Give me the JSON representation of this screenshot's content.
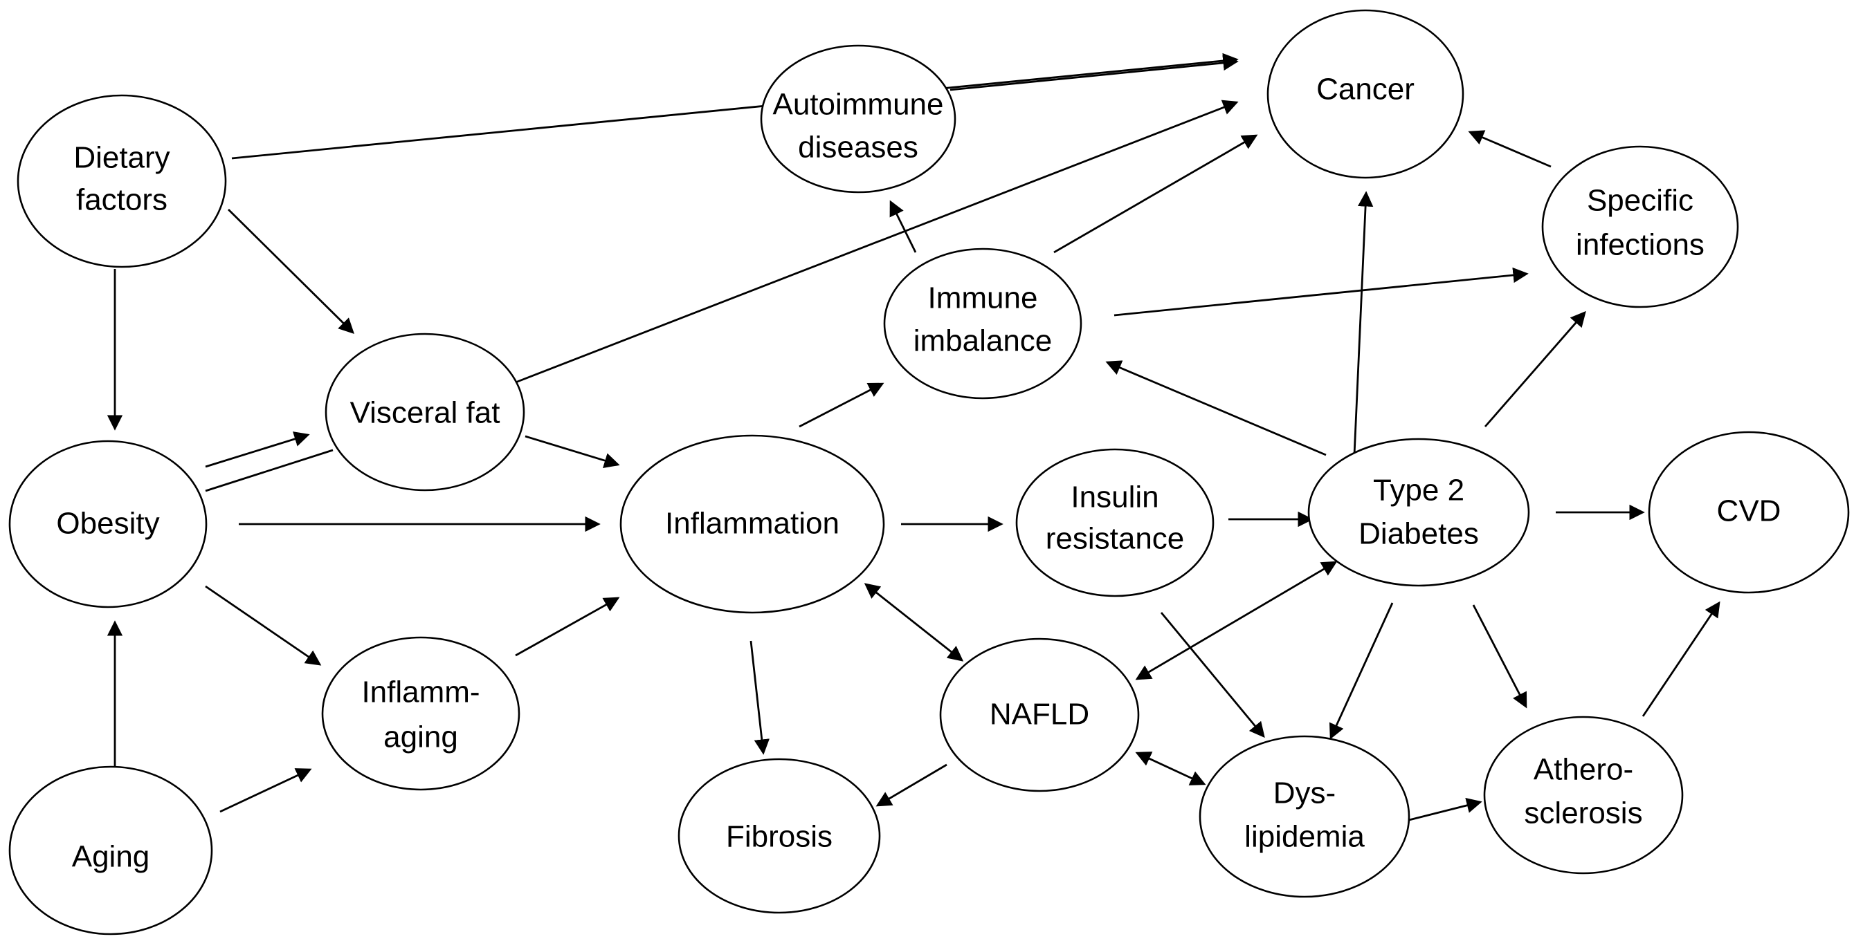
{
  "nodes": {
    "dietary": {
      "lines": [
        "Dietary",
        "factors"
      ]
    },
    "autoimmune": {
      "lines": [
        "Autoimmune",
        "diseases"
      ]
    },
    "cancer": {
      "lines": [
        "Cancer"
      ]
    },
    "specific": {
      "lines": [
        "Specific",
        "infections"
      ]
    },
    "immune": {
      "lines": [
        "Immune",
        "imbalance"
      ]
    },
    "visceral": {
      "lines": [
        "Visceral fat"
      ]
    },
    "obesity": {
      "lines": [
        "Obesity"
      ]
    },
    "inflammation": {
      "lines": [
        "Inflammation"
      ]
    },
    "insulin": {
      "lines": [
        "Insulin",
        "resistance"
      ]
    },
    "t2d": {
      "lines": [
        "Type 2",
        "Diabetes"
      ]
    },
    "cvd": {
      "lines": [
        "CVD"
      ]
    },
    "inflammaging": {
      "lines": [
        "Inflamm-",
        "aging"
      ]
    },
    "nafld": {
      "lines": [
        "NAFLD"
      ]
    },
    "aging": {
      "lines": [
        "Aging"
      ]
    },
    "fibrosis": {
      "lines": [
        "Fibrosis"
      ]
    },
    "dyslipidemia": {
      "lines": [
        "Dys-",
        "lipidemia"
      ]
    },
    "athero": {
      "lines": [
        "Athero-",
        "sclerosis"
      ]
    }
  },
  "edges": [
    {
      "from": "dietary",
      "to": "cancer",
      "bidirectional": false
    },
    {
      "from": "autoimmune",
      "to": "cancer",
      "bidirectional": false
    },
    {
      "from": "dietary",
      "to": "visceral",
      "bidirectional": false
    },
    {
      "from": "dietary",
      "to": "obesity",
      "bidirectional": false
    },
    {
      "from": "visceral",
      "to": "cancer",
      "bidirectional": false
    },
    {
      "from": "immune",
      "to": "cancer",
      "bidirectional": false
    },
    {
      "from": "immune",
      "to": "autoimmune",
      "bidirectional": false
    },
    {
      "from": "immune",
      "to": "specific",
      "bidirectional": false
    },
    {
      "from": "specific",
      "to": "cancer",
      "bidirectional": false
    },
    {
      "from": "t2d",
      "to": "cancer",
      "bidirectional": false
    },
    {
      "from": "t2d",
      "to": "specific",
      "bidirectional": false
    },
    {
      "from": "t2d",
      "to": "immune",
      "bidirectional": false
    },
    {
      "from": "obesity",
      "to": "visceral",
      "bidirectional": false
    },
    {
      "from": "obesity",
      "to": "visceral",
      "bidirectional": false
    },
    {
      "from": "visceral",
      "to": "inflammation",
      "bidirectional": false
    },
    {
      "from": "obesity",
      "to": "inflammation",
      "bidirectional": false
    },
    {
      "from": "obesity",
      "to": "inflammaging",
      "bidirectional": false
    },
    {
      "from": "aging",
      "to": "obesity",
      "bidirectional": false
    },
    {
      "from": "aging",
      "to": "inflammaging",
      "bidirectional": false
    },
    {
      "from": "inflammaging",
      "to": "inflammation",
      "bidirectional": false
    },
    {
      "from": "inflammation",
      "to": "immune",
      "bidirectional": false
    },
    {
      "from": "inflammation",
      "to": "insulin",
      "bidirectional": false
    },
    {
      "from": "inflammation",
      "to": "nafld",
      "bidirectional": true
    },
    {
      "from": "inflammation",
      "to": "fibrosis",
      "bidirectional": false
    },
    {
      "from": "insulin",
      "to": "t2d",
      "bidirectional": false
    },
    {
      "from": "insulin",
      "to": "dyslipidemia",
      "bidirectional": false
    },
    {
      "from": "t2d",
      "to": "cvd",
      "bidirectional": false
    },
    {
      "from": "t2d",
      "to": "nafld",
      "bidirectional": true
    },
    {
      "from": "t2d",
      "to": "dyslipidemia",
      "bidirectional": false
    },
    {
      "from": "t2d",
      "to": "athero",
      "bidirectional": false
    },
    {
      "from": "nafld",
      "to": "fibrosis",
      "bidirectional": false
    },
    {
      "from": "nafld",
      "to": "dyslipidemia",
      "bidirectional": true
    },
    {
      "from": "dyslipidemia",
      "to": "athero",
      "bidirectional": false
    },
    {
      "from": "athero",
      "to": "cvd",
      "bidirectional": false
    }
  ]
}
